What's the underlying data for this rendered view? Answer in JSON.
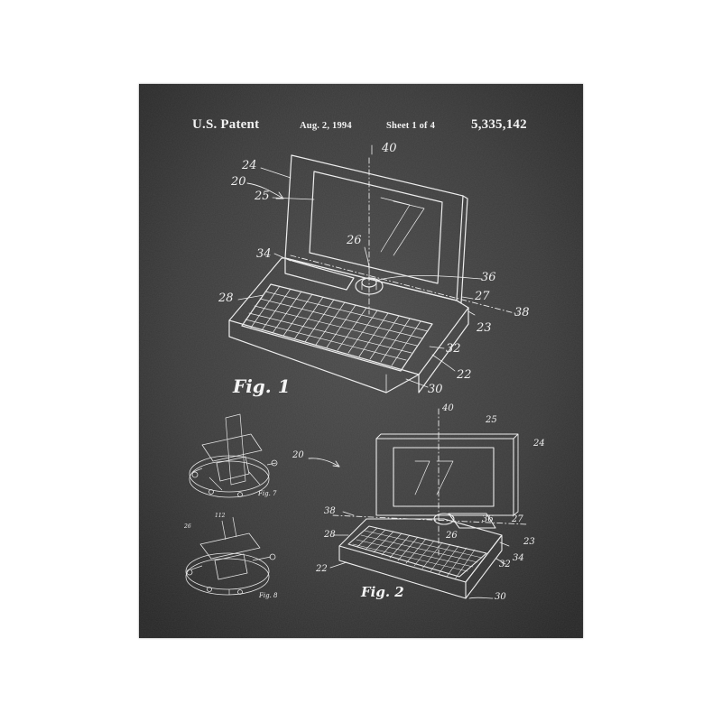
{
  "header": {
    "assignee_label": "U.S. Patent",
    "date": "Aug. 2, 1994",
    "sheet": "Sheet 1 of 4",
    "patent_number": "5,335,142"
  },
  "figures": {
    "fig1": {
      "label": "Fig. 1",
      "refs": [
        "20",
        "24",
        "25",
        "40",
        "26",
        "34",
        "36",
        "27",
        "28",
        "38",
        "23",
        "32",
        "22",
        "30"
      ]
    },
    "fig2": {
      "label": "Fig. 2",
      "refs": [
        "40",
        "25",
        "24",
        "20",
        "38",
        "36",
        "27",
        "28",
        "26",
        "23",
        "22",
        "32",
        "34",
        "30"
      ]
    },
    "fig7": {
      "label": "Fig. 7"
    },
    "fig8": {
      "label": "Fig. 8",
      "refs": [
        "26",
        "112"
      ]
    }
  },
  "colors": {
    "background": "#ffffff",
    "chalkboard": "#3a3a3a",
    "chalk": "#f2f2f2"
  }
}
